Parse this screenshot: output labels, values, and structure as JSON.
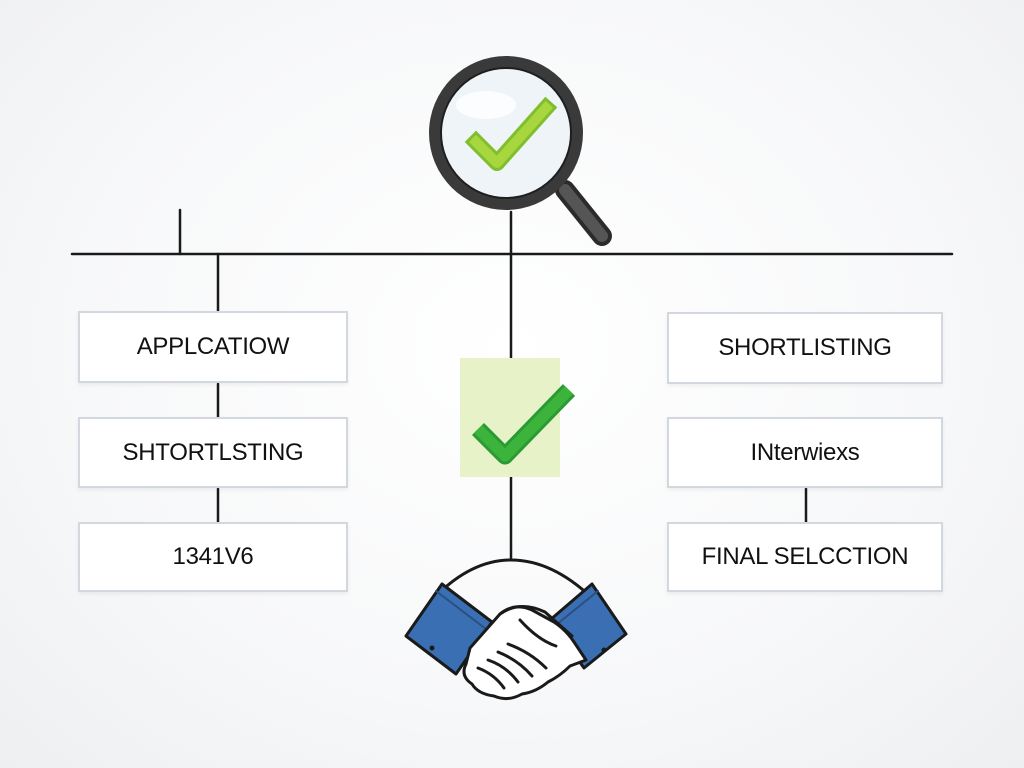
{
  "diagram": {
    "left_stages": [
      {
        "label": "APPLCATIOW"
      },
      {
        "label": "SHTORTLSTING"
      },
      {
        "label": "1341V6"
      }
    ],
    "right_stages": [
      {
        "label": "SHORTLISTING"
      },
      {
        "label": "INterwiexs"
      },
      {
        "label": "FINAL SELCCTION"
      }
    ],
    "icons": {
      "top": "magnifier-check-icon",
      "center": "check-icon",
      "bottom": "handshake-icon"
    },
    "colors": {
      "line": "#1a1a1a",
      "check_green": "#3cb43c",
      "check_lime": "#a8d63f",
      "check_panel": "#e8f2c9",
      "sleeve_blue": "#3a6fb3",
      "box_border": "#d3d8df"
    }
  }
}
